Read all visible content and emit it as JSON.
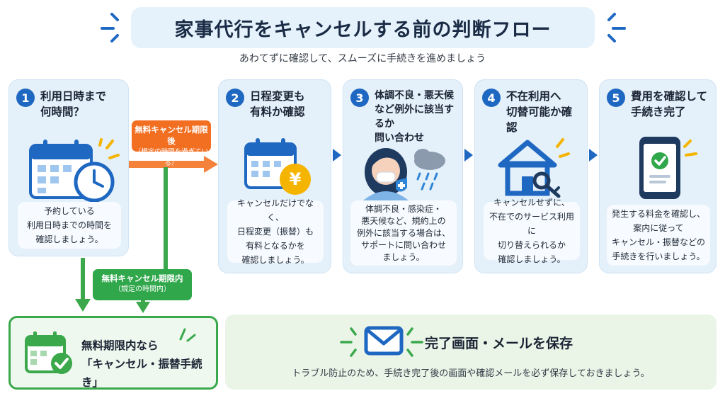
{
  "title": "家事代行をキャンセルする前の判断フロー",
  "subtitle": "あわてずに確認して、スムーズに手続きを進めましょう",
  "steps": [
    {
      "num": "1",
      "title_l1": "利用日時まで",
      "title_l2": "何時間？",
      "desc": [
        "予約している",
        "利用日時までの時間を",
        "確認しましょう。"
      ]
    },
    {
      "num": "2",
      "title_l1": "日程変更も",
      "title_l2": "有料か確認",
      "desc": [
        "キャンセルだけでなく、",
        "日程変更（振替）も",
        "有料となるかを",
        "確認しましょう。"
      ]
    },
    {
      "num": "3",
      "title_l1": "体調不良・悪天候",
      "title_l2": "など例外に該当するか",
      "title_l3": "問い合わせ",
      "desc": [
        "体調不良・感染症・",
        "悪天候など、規約上の",
        "例外に該当する場合は、",
        "サポートに問い合わせ",
        "ましょう。"
      ]
    },
    {
      "num": "4",
      "title_l1": "不在利用へ",
      "title_l2": "切替可能か確認",
      "desc": [
        "キャンセルせずに、",
        "不在でのサービス利用に",
        "切り替えられるか",
        "確認しましょう。"
      ]
    },
    {
      "num": "5",
      "title_l1": "費用を確認して",
      "title_l2": "手続き完了",
      "desc": [
        "発生する料金を確認し、",
        "案内に従って",
        "キャンセル・振替などの",
        "手続きを行いましょう。"
      ]
    }
  ],
  "branch_after": {
    "label": "無料キャンセル期限後",
    "sub": "（規定の時間を過ぎている）"
  },
  "branch_within": {
    "label": "無料キャンセル期限内",
    "sub": "（規定の時間内）"
  },
  "free_result": {
    "line1": "無料期限内なら",
    "line2": "「キャンセル・振替手続き」"
  },
  "save": {
    "title": "完了画面・メールを保存",
    "desc": "トラブル防止のため、手続き完了後の画面や確認メールを必ず保存しておきましょう。"
  },
  "yen_symbol": "¥",
  "icons": [
    "calendar-clock-icon",
    "calendar-yen-icon",
    "person-mask-rain-icon",
    "house-key-icon",
    "phone-check-icon",
    "calendar-check-icon",
    "mail-icon"
  ],
  "colors": {
    "primary_blue": "#1f68c2",
    "orange": "#f26e21",
    "green": "#2fa74a",
    "card_bg": "#e4f0fa",
    "yellow": "#f5b400"
  }
}
